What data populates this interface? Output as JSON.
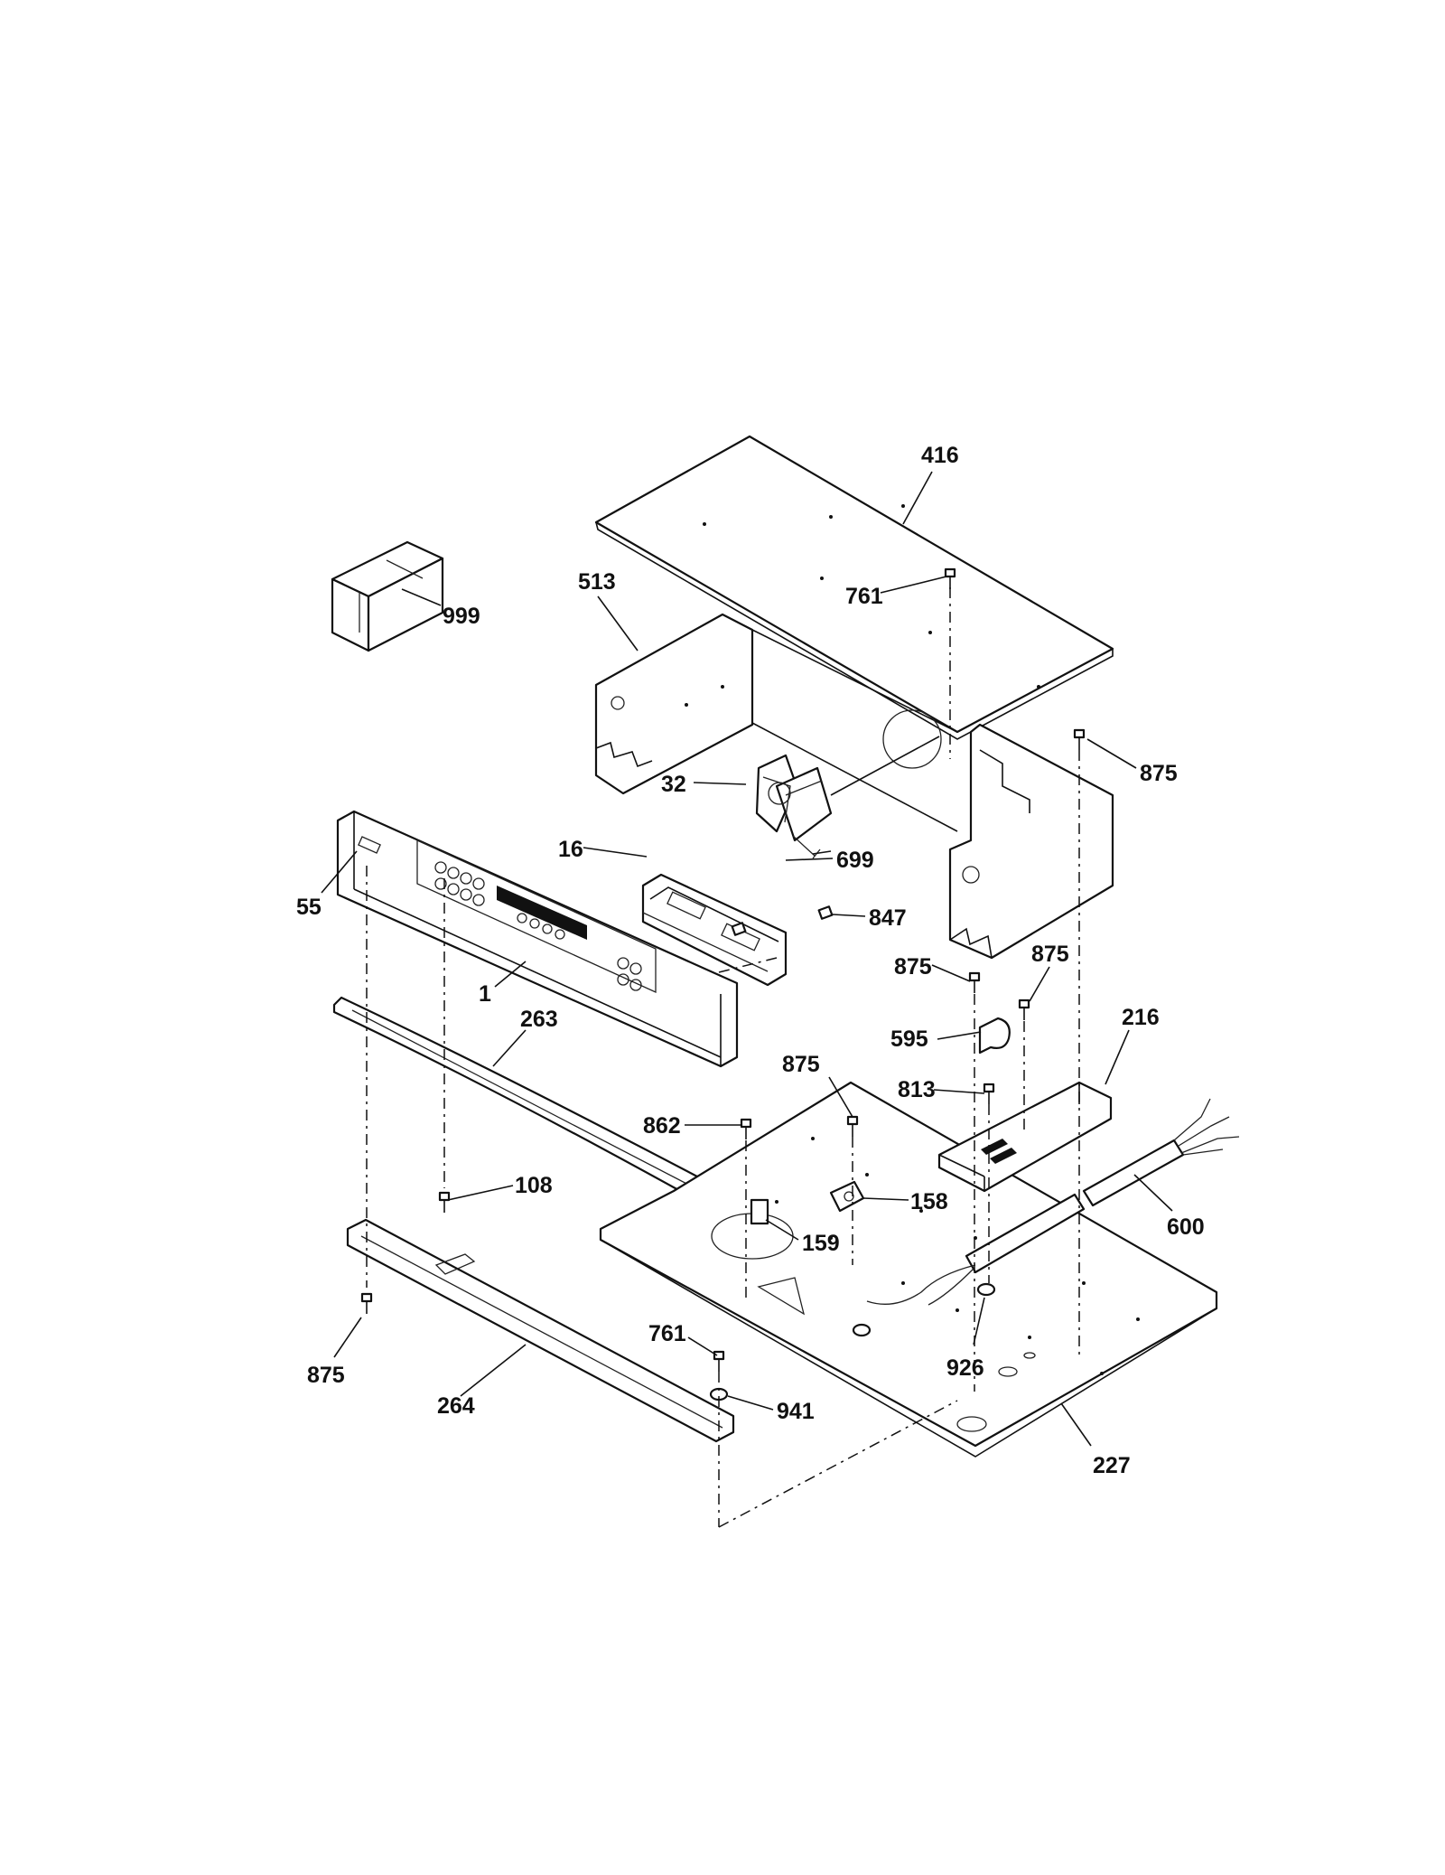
{
  "diagram": {
    "callouts": [
      {
        "id": "c416",
        "label": "416",
        "part": "top-cover-panel"
      },
      {
        "id": "c513",
        "label": "513",
        "part": "rear-side-panel-left"
      },
      {
        "id": "c761a",
        "label": "761",
        "part": "screw"
      },
      {
        "id": "c999",
        "label": "999",
        "part": "parts-box"
      },
      {
        "id": "c875a",
        "label": "875",
        "part": "screw"
      },
      {
        "id": "c32",
        "label": "32",
        "part": "cooling-fan-motor"
      },
      {
        "id": "c16",
        "label": "16",
        "part": "control-board"
      },
      {
        "id": "c699",
        "label": "699",
        "part": "screw"
      },
      {
        "id": "c55",
        "label": "55",
        "part": "badge"
      },
      {
        "id": "c847",
        "label": "847",
        "part": "screw"
      },
      {
        "id": "c1",
        "label": "1",
        "part": "control-panel"
      },
      {
        "id": "c875b",
        "label": "875",
        "part": "screw"
      },
      {
        "id": "c875c",
        "label": "875",
        "part": "screw"
      },
      {
        "id": "c263",
        "label": "263",
        "part": "trim-strip"
      },
      {
        "id": "c595",
        "label": "595",
        "part": "clamp"
      },
      {
        "id": "c216",
        "label": "216",
        "part": "terminal-cover"
      },
      {
        "id": "c875d",
        "label": "875",
        "part": "screw"
      },
      {
        "id": "c813",
        "label": "813",
        "part": "screw"
      },
      {
        "id": "c862",
        "label": "862",
        "part": "screw"
      },
      {
        "id": "c108",
        "label": "108",
        "part": "screw"
      },
      {
        "id": "c158",
        "label": "158",
        "part": "thermostat"
      },
      {
        "id": "c600",
        "label": "600",
        "part": "conduit"
      },
      {
        "id": "c159",
        "label": "159",
        "part": "switch"
      },
      {
        "id": "c761b",
        "label": "761",
        "part": "screw"
      },
      {
        "id": "c926",
        "label": "926",
        "part": "washer"
      },
      {
        "id": "c941",
        "label": "941",
        "part": "washer"
      },
      {
        "id": "c875e",
        "label": "875",
        "part": "screw"
      },
      {
        "id": "c264",
        "label": "264",
        "part": "bottom-trim"
      },
      {
        "id": "c227",
        "label": "227",
        "part": "bottom-panel"
      }
    ]
  }
}
